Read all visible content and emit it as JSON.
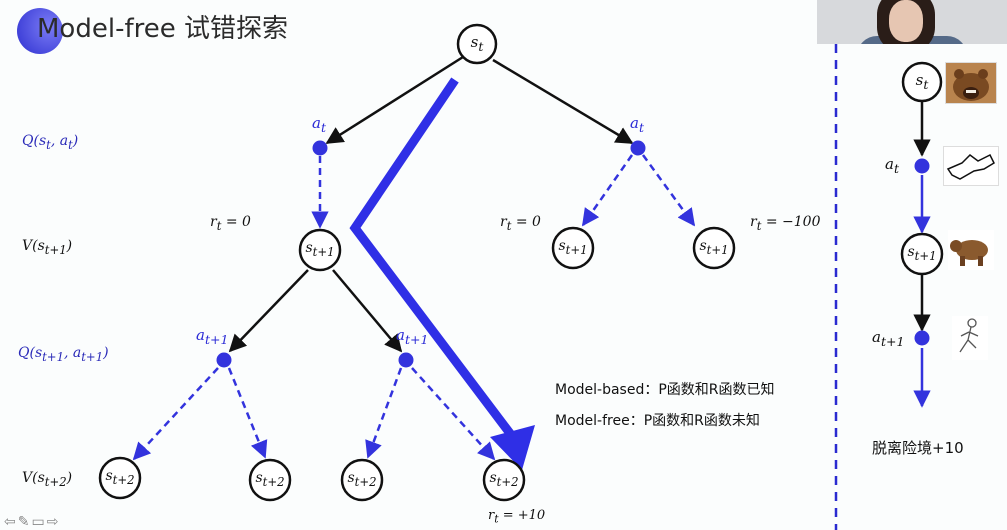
{
  "title": "Model-free 试错探索",
  "left_labels": {
    "q1": "Q(s_t, a_t)",
    "v1": "V(s_{t+1})",
    "q2": "Q(s_{t+1}, a_{t+1})",
    "v2": "V(s_{t+2})"
  },
  "tree": {
    "root": "s_t",
    "action_left": "a_t",
    "action_right": "a_t",
    "state_mid": "s_{t+1}",
    "state_right_1": "s_{t+1}",
    "state_right_2": "s_{t+1}",
    "action_mid_left": "a_{t+1}",
    "action_mid_right": "a_{t+1}",
    "leaf_1": "s_{t+2}",
    "leaf_2": "s_{t+2}",
    "leaf_3": "s_{t+2}",
    "leaf_4": "s_{t+2}",
    "reward_left": "r_t = 0",
    "reward_mid": "r_t = 0",
    "reward_right": "r_t = −100",
    "reward_leaf": "r_t = +10"
  },
  "notes": {
    "model_based": "Model-based：P函数和R函数已知",
    "model_free": "Model-free：P函数和R函数未知"
  },
  "side": {
    "state_1": "s_t",
    "action_1": "a_t",
    "state_2": "s_{t+1}",
    "action_2": "a_{t+1}",
    "caption": "脱离险境+10"
  },
  "colors": {
    "blue_main": "#3333dd",
    "blue_label": "#2a2ab8",
    "black": "#111111",
    "divider": "#2a2ad0"
  },
  "icons": {
    "bear_1": "bear-roaring-photo",
    "sneak": "sneaking-figure-icon",
    "bear_2": "bear-walking-photo",
    "runner": "running-man-icon"
  }
}
